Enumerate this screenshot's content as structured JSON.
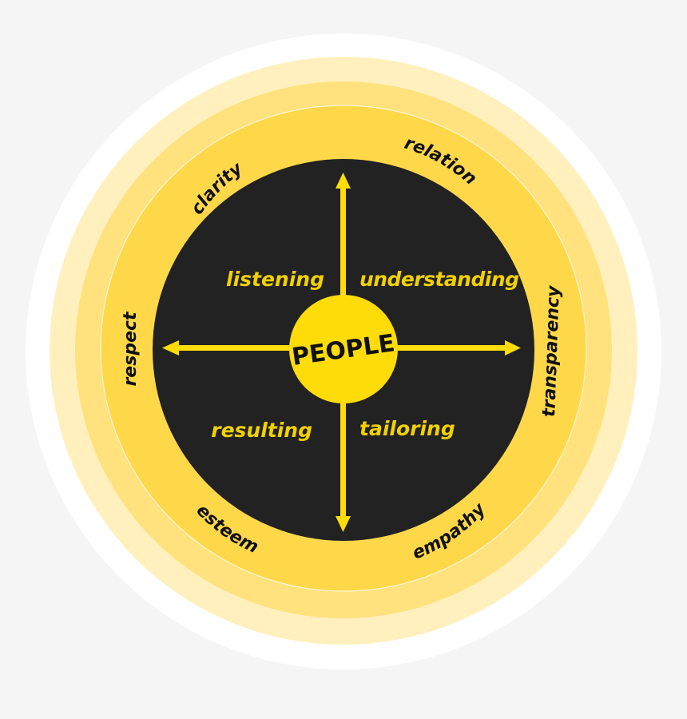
{
  "diagram": {
    "title": "PEOPLE",
    "colors": {
      "background": "#f5f5f5",
      "outer_white": "#ffffff",
      "ring_light": "#fff0bd",
      "ring_mid": "#ffe27d",
      "ring_main": "#ffd84a",
      "core_dark": "#222222",
      "center": "#fddc0a",
      "arrow": "#fddc0a",
      "quad_text": "#f2d100",
      "ring_text": "#111111"
    },
    "center": {
      "label": "PEOPLE"
    },
    "quadrants": [
      {
        "label": "listening",
        "position": "top-left"
      },
      {
        "label": "understanding",
        "position": "top-right"
      },
      {
        "label": "resulting",
        "position": "bottom-left"
      },
      {
        "label": "tailoring",
        "position": "bottom-right"
      }
    ],
    "ring_values": [
      {
        "label": "clarity",
        "position": "top-left"
      },
      {
        "label": "relation",
        "position": "top-right"
      },
      {
        "label": "transparency",
        "position": "right"
      },
      {
        "label": "empathy",
        "position": "bottom-right"
      },
      {
        "label": "esteem",
        "position": "bottom-left"
      },
      {
        "label": "respect",
        "position": "left"
      }
    ],
    "arrows": [
      "up",
      "down",
      "left",
      "right"
    ]
  }
}
